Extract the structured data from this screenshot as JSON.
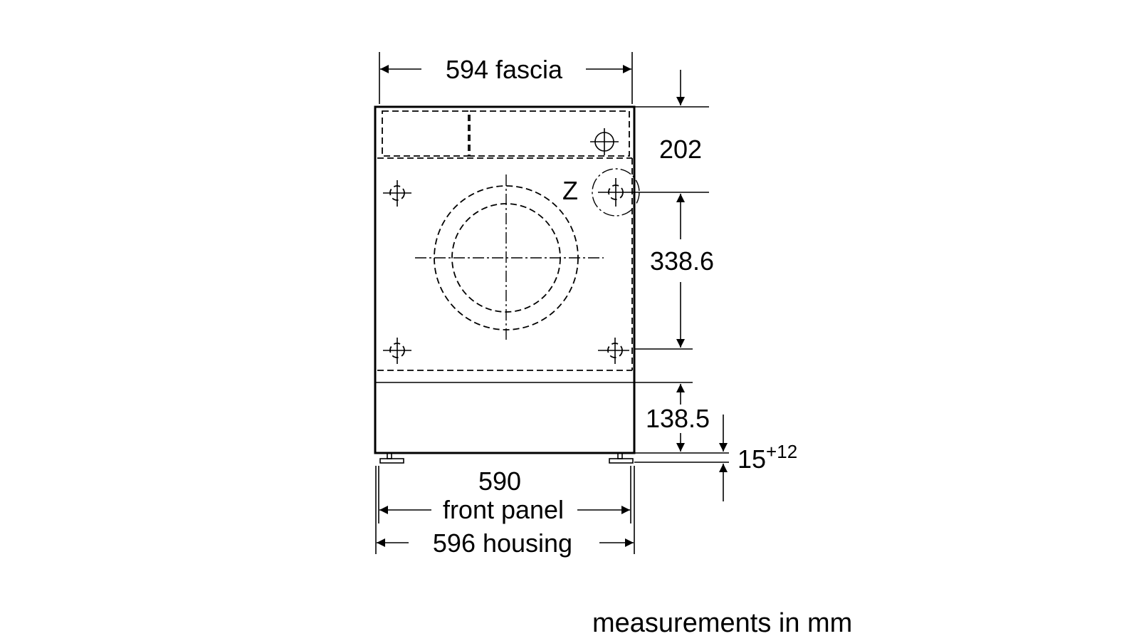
{
  "dimensions": {
    "fascia": "594 fascia",
    "top_height": "202",
    "center_height": "338.6",
    "plinth_height": "138.5",
    "foot_base": "15",
    "foot_superscript": "+12",
    "front_panel_value": "590",
    "front_panel_label": "front panel",
    "housing": "596 housing"
  },
  "markers": {
    "z_label": "Z"
  },
  "footer": {
    "note": "measurements in mm"
  }
}
